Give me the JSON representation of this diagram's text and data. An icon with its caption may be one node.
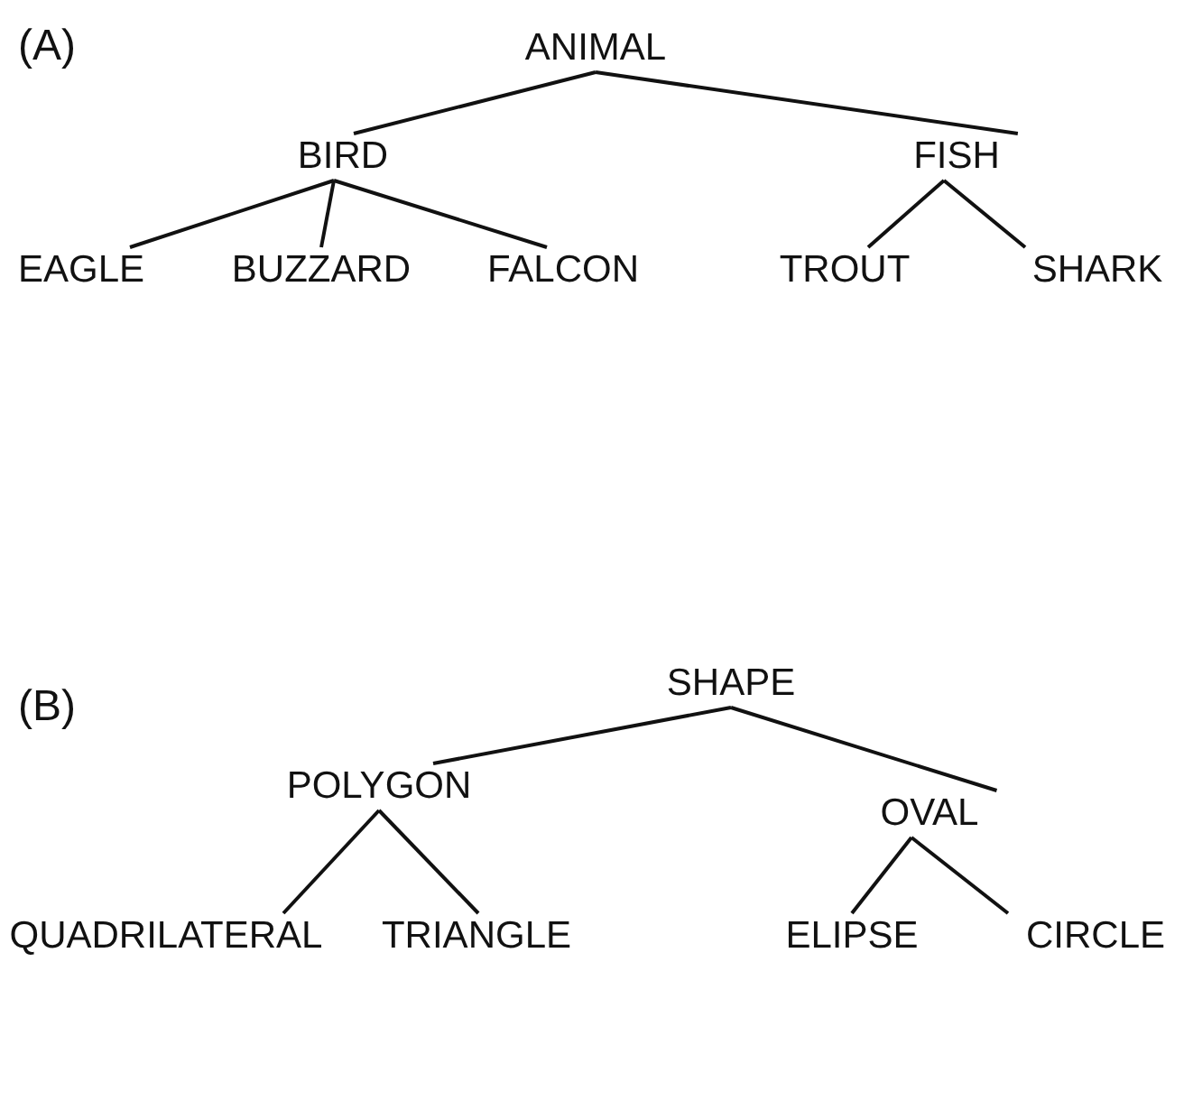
{
  "diagram": {
    "nodes": [
      {
        "text": [
          "ANIMAL"
        ]
      },
      {
        "text": [
          "BIRD"
        ]
      },
      {
        "text": [
          "FISH"
        ]
      },
      {
        "text": [
          "EAGLE"
        ]
      },
      {
        "text": [
          "BUZZARD"
        ]
      },
      {
        "text": [
          "FALCON"
        ]
      },
      {
        "text": [
          "TROUT"
        ]
      },
      {
        "text": [
          "SHARK"
        ]
      },
      {
        "text": [
          "SHAPE"
        ]
      },
      {
        "text": [
          "POLYGON"
        ]
      },
      {
        "text": [
          "OVAL"
        ]
      },
      {
        "text": [
          "QUADRILATERAL"
        ]
      },
      {
        "text": [
          "TRIANGLE"
        ]
      },
      {
        "text": [
          "ELIPSE"
        ]
      },
      {
        "text": [
          "CIRCLE"
        ]
      }
    ],
    "edges": [
      {
        "from": 0,
        "to": 1,
        "arrow": "none"
      },
      {
        "from": 0,
        "to": 2,
        "arrow": "none"
      },
      {
        "from": 1,
        "to": 3,
        "arrow": "none"
      },
      {
        "from": 1,
        "to": 4,
        "arrow": "none"
      },
      {
        "from": 1,
        "to": 5,
        "arrow": "none"
      },
      {
        "from": 2,
        "to": 6,
        "arrow": "none"
      },
      {
        "from": 2,
        "to": 7,
        "arrow": "none"
      },
      {
        "from": 8,
        "to": 9,
        "arrow": "none"
      },
      {
        "from": 8,
        "to": 10,
        "arrow": "none"
      },
      {
        "from": 9,
        "to": 11,
        "arrow": "none"
      },
      {
        "from": 9,
        "to": 12,
        "arrow": "none"
      },
      {
        "from": 10,
        "to": 13,
        "arrow": "none"
      },
      {
        "from": 10,
        "to": 14,
        "arrow": "none"
      }
    ],
    "labels": [
      "(A)",
      "(B)"
    ]
  }
}
